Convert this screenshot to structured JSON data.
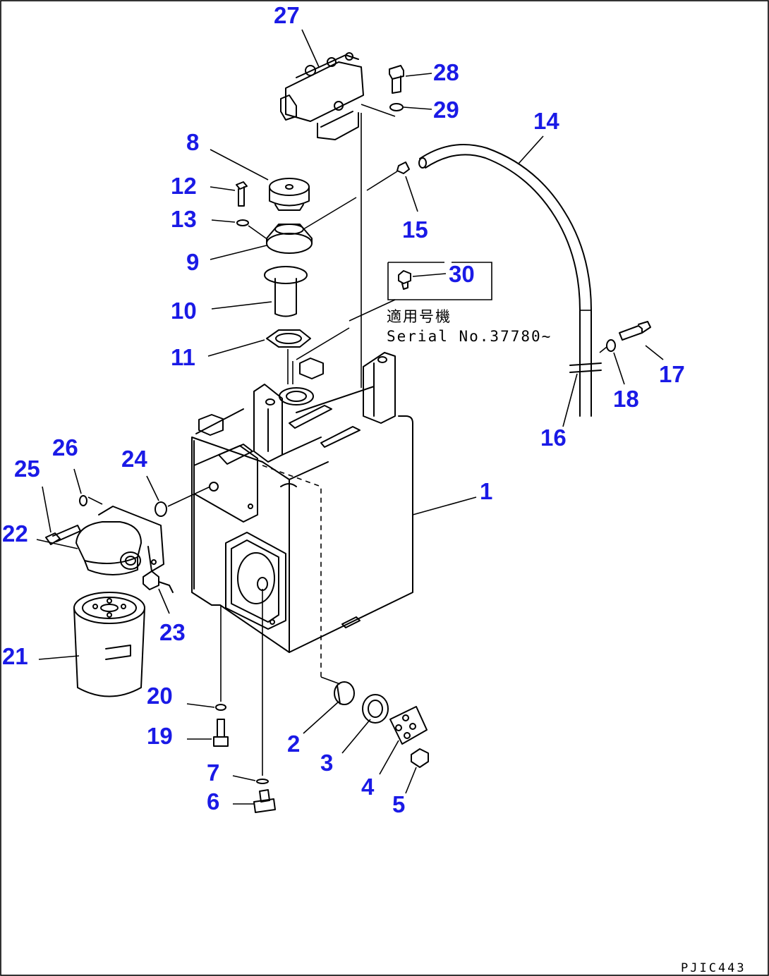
{
  "diagram_code": "PJIC443",
  "serial_note": {
    "label_jp": "適用号機",
    "label_serial": "Serial No.37780~"
  },
  "callouts": {
    "c1": "1",
    "c2": "2",
    "c3": "3",
    "c4": "4",
    "c5": "5",
    "c6": "6",
    "c7": "7",
    "c8": "8",
    "c9": "9",
    "c10": "10",
    "c11": "11",
    "c12": "12",
    "c13": "13",
    "c14": "14",
    "c15": "15",
    "c16": "16",
    "c17": "17",
    "c18": "18",
    "c19": "19",
    "c20": "20",
    "c21": "21",
    "c22": "22",
    "c23": "23",
    "c24": "24",
    "c25": "25",
    "c26": "26",
    "c27": "27",
    "c28": "28",
    "c29": "29",
    "c30": "30"
  }
}
